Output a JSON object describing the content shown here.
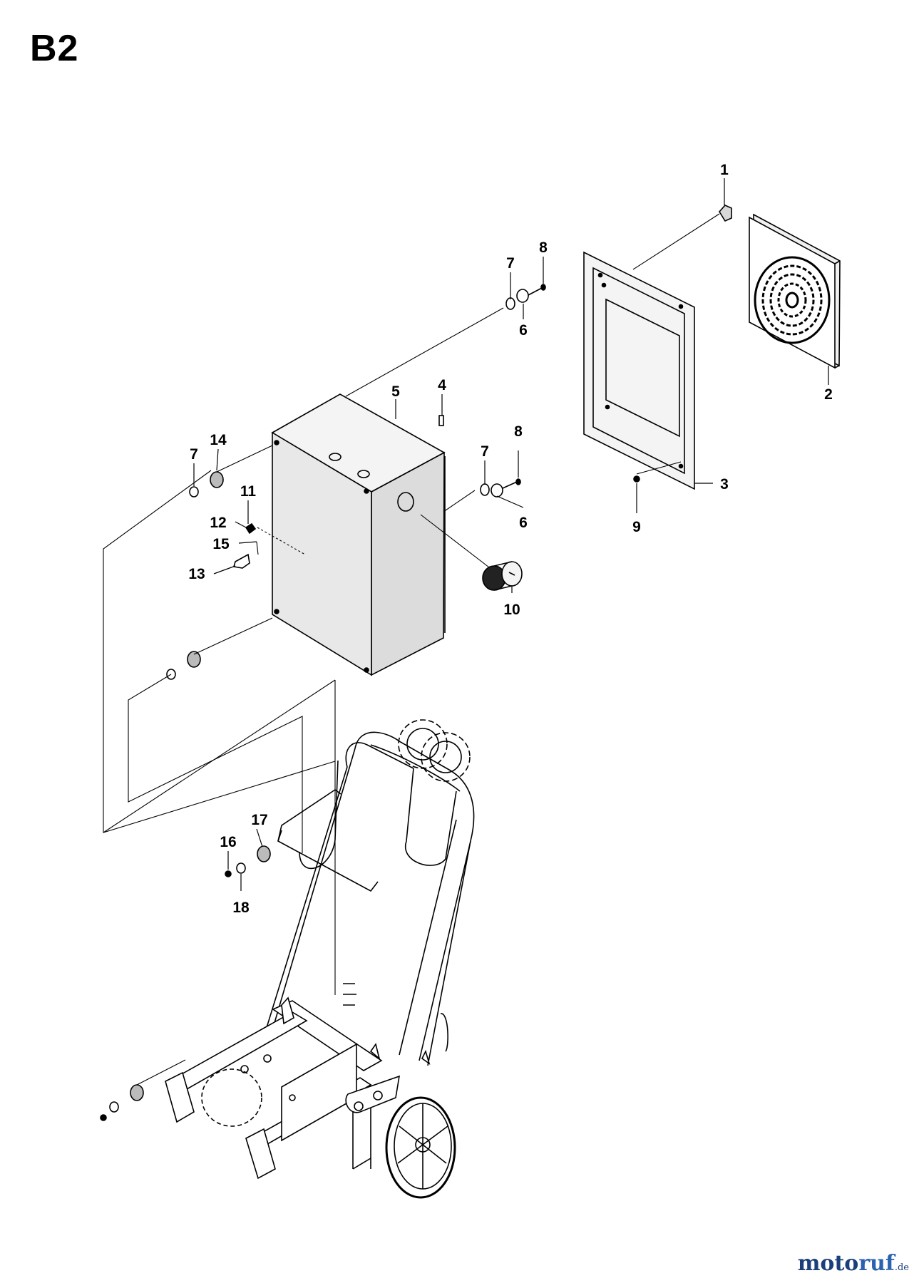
{
  "page": {
    "title": "B2"
  },
  "callouts": {
    "c1": "1",
    "c2": "2",
    "c3": "3",
    "c4": "4",
    "c5": "5",
    "c6a": "6",
    "c6b": "6",
    "c7a": "7",
    "c7b": "7",
    "c7c": "7",
    "c8a": "8",
    "c8b": "8",
    "c9": "9",
    "c10": "10",
    "c11": "11",
    "c12": "12",
    "c13": "13",
    "c14": "14",
    "c15": "15",
    "c16": "16",
    "c17": "17",
    "c18": "18"
  },
  "watermark": {
    "brand_a": "moto",
    "brand_b": "ruf",
    "tld": ".de"
  },
  "colors": {
    "line": "#000000",
    "box_fill": "#e8e8e8",
    "brand": "#1a3f7a"
  }
}
